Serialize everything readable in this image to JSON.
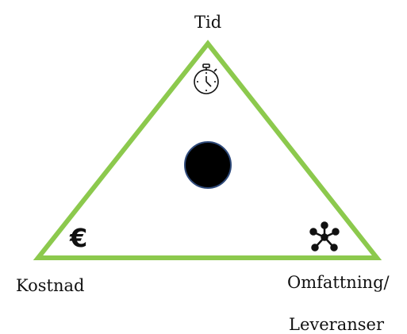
{
  "labels": {
    "top": "Tid",
    "bottom_left": "Kostnad",
    "bottom_right_line1": "Omfattning/",
    "bottom_right_line2": "Leveranser"
  },
  "icons": {
    "top": "stopwatch-icon",
    "bottom_left": "euro-icon",
    "bottom_right": "network-icon",
    "center": "black-circle"
  },
  "symbols": {
    "euro": "€"
  },
  "colors": {
    "triangle": "#8cc94d",
    "center_fill": "#000000",
    "center_stroke": "#2f4a7a",
    "icon": "#111111"
  }
}
